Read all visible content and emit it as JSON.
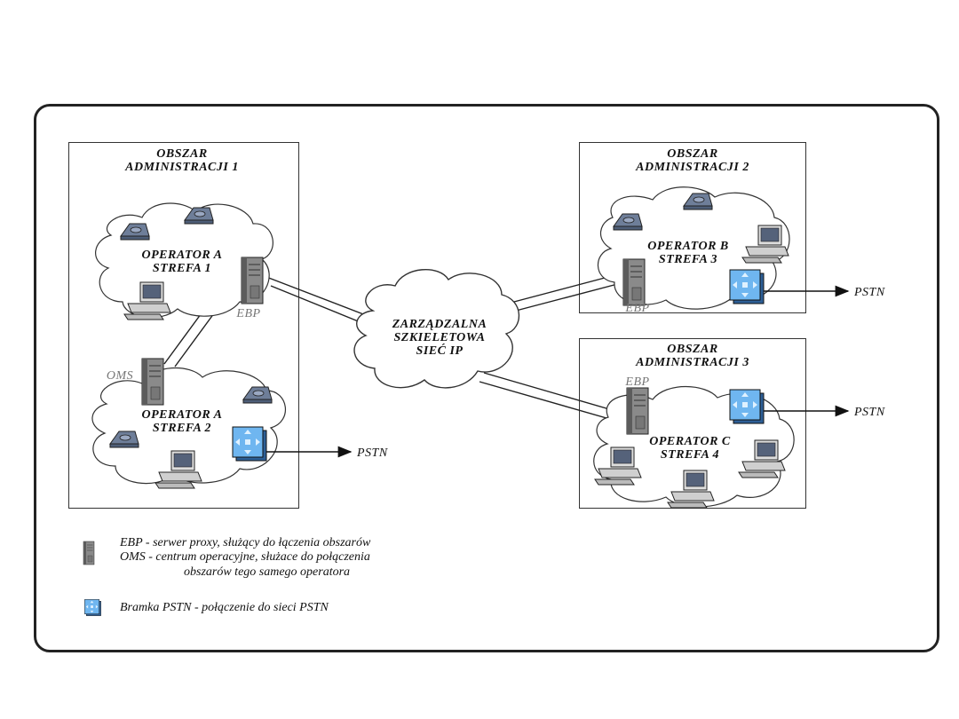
{
  "areas": [
    {
      "title_line1": "OBSZAR",
      "title_line2": "ADMINISTRACJI 1"
    },
    {
      "title_line1": "OBSZAR",
      "title_line2": "ADMINISTRACJI 2"
    },
    {
      "title_line1": "OBSZAR",
      "title_line2": "ADMINISTRACJI 3"
    }
  ],
  "clouds": {
    "op_a1": {
      "line1": "OPERATOR A",
      "line2": "STREFA 1"
    },
    "op_a2": {
      "line1": "OPERATOR A",
      "line2": "STREFA 2"
    },
    "op_b3": {
      "line1": "OPERATOR B",
      "line2": "STREFA 3"
    },
    "op_c4": {
      "line1": "OPERATOR C",
      "line2": "STREFA 4"
    },
    "backbone": {
      "line1": "ZARZĄDZALNA",
      "line2": "SZKIELETOWA",
      "line3": "SIEĆ IP"
    }
  },
  "server_labels": {
    "ebp": "EBP",
    "oms": "OMS"
  },
  "pstn_label": "PSTN",
  "legend": {
    "line1": "EBP - serwer proxy, służący do łączenia obszarów",
    "line2": "OMS - centrum operacyjne, służace do połączenia",
    "line3": "obszarów tego samego operatora",
    "line4": "Bramka PSTN - połączenie do sieci PSTN"
  },
  "colors": {
    "cloud_stroke": "#333333",
    "gateway": "#5aa0e0",
    "server": "#8a8a8a",
    "phone": "#6e7e99"
  }
}
